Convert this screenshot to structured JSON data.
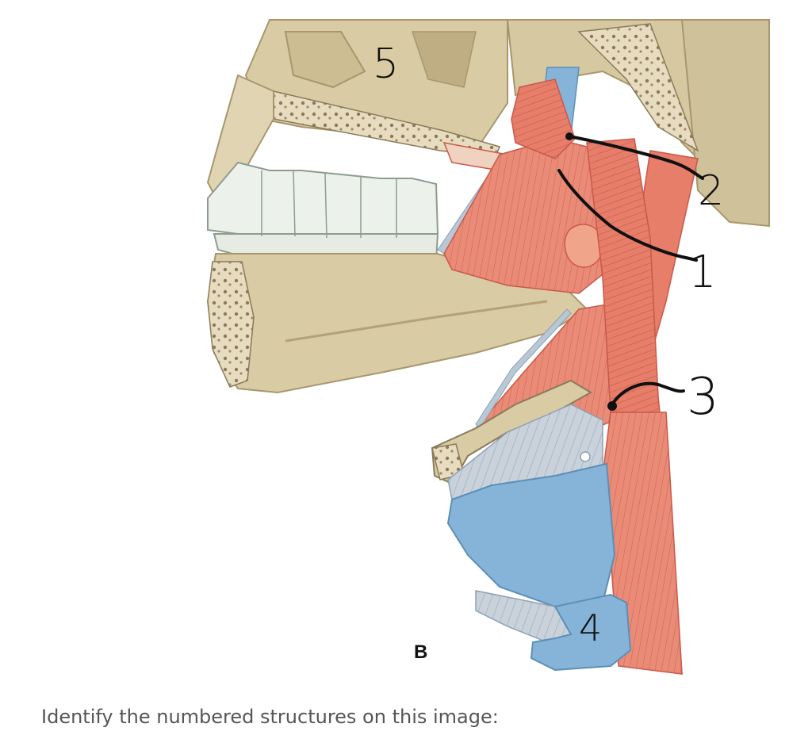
{
  "figure": {
    "panel_letter": "B",
    "labels": [
      "1",
      "2",
      "3",
      "4",
      "5"
    ]
  },
  "question": "Identify the numbered structures on this image:",
  "colors": {
    "bone": "#d9cba4",
    "bone_shadow": "#b3a178",
    "muscle": "#e67e6a",
    "muscle_dark": "#c9584a",
    "cartilage": "#86b4d8",
    "membrane": "#c9d2da",
    "teeth": "#edf1ec",
    "ink": "#111111"
  }
}
